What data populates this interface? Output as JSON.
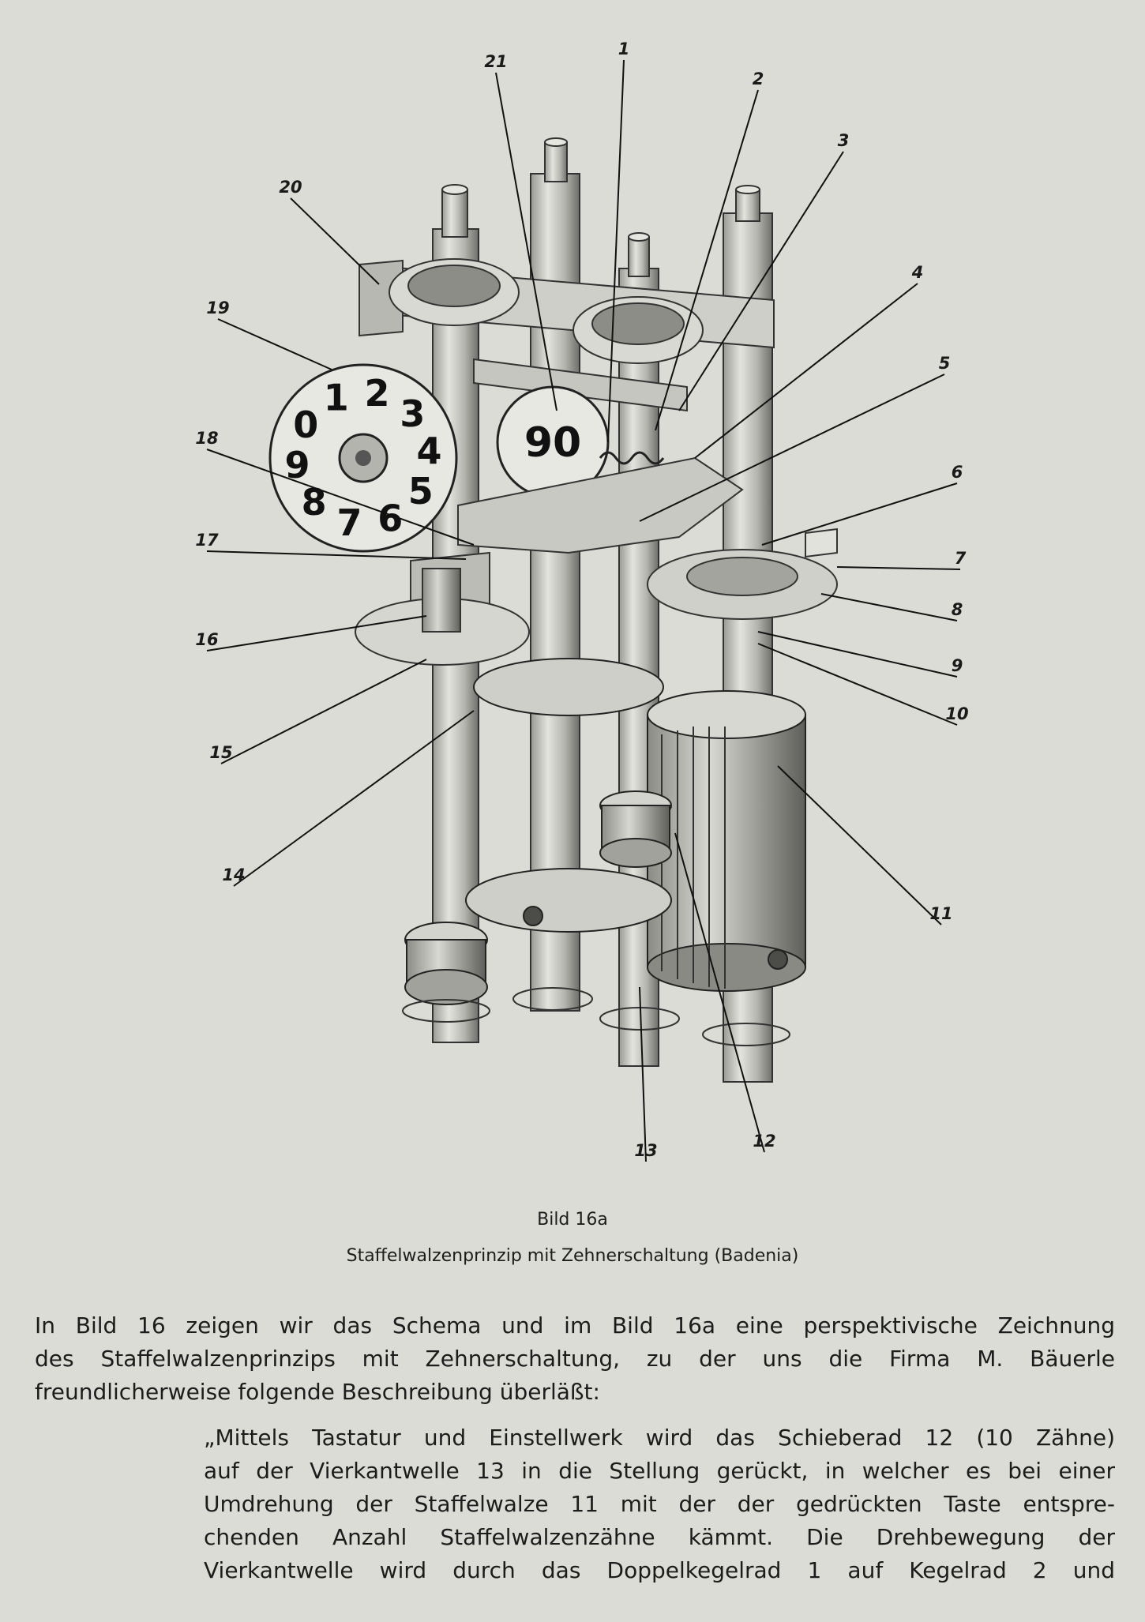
{
  "figure": {
    "callouts": [
      {
        "id": "1",
        "label": "1"
      },
      {
        "id": "2",
        "label": "2"
      },
      {
        "id": "3",
        "label": "3"
      },
      {
        "id": "4",
        "label": "4"
      },
      {
        "id": "5",
        "label": "5"
      },
      {
        "id": "6",
        "label": "6"
      },
      {
        "id": "7",
        "label": "7"
      },
      {
        "id": "8",
        "label": "8"
      },
      {
        "id": "9",
        "label": "9"
      },
      {
        "id": "10",
        "label": "10"
      },
      {
        "id": "11",
        "label": "11"
      },
      {
        "id": "12",
        "label": "12"
      },
      {
        "id": "13",
        "label": "13"
      },
      {
        "id": "14",
        "label": "14"
      },
      {
        "id": "15",
        "label": "15"
      },
      {
        "id": "16",
        "label": "16"
      },
      {
        "id": "17",
        "label": "17"
      },
      {
        "id": "18",
        "label": "18"
      },
      {
        "id": "19",
        "label": "19"
      },
      {
        "id": "20",
        "label": "20"
      },
      {
        "id": "21",
        "label": "21"
      }
    ],
    "dial_digits": [
      "0",
      "1",
      "2",
      "3",
      "4",
      "5",
      "6",
      "7",
      "8",
      "9"
    ],
    "small_dial": "90"
  },
  "caption": {
    "title": "Bild 16a",
    "subtitle": "Staffelwalzenprinzip mit Zehnerschaltung (Badenia)"
  },
  "intro_lines": [
    "In Bild 16 zeigen wir das Schema und im Bild 16a eine perspektivische Zeichnung",
    "des Staffelwalzenprinzips mit Zehnerschaltung, zu der uns die Firma M. Bäuerle",
    "freundlicherweise folgende Beschreibung überläßt:"
  ],
  "quote_lines": [
    "„Mittels Tastatur und Einstellwerk wird das Schieberad 12 (10 Zähne)",
    "auf der Vierkantwelle 13 in die Stellung gerückt, in welcher es bei einer",
    "Umdrehung der Staffelwalze 11 mit der der gedrückten Taste entspre-",
    "chenden Anzahl Staffelwalzenzähne kämmt. Die Drehbewegung der",
    "Vierkantwelle wird durch das Doppelkegelrad 1 auf Kegelrad 2 und"
  ]
}
